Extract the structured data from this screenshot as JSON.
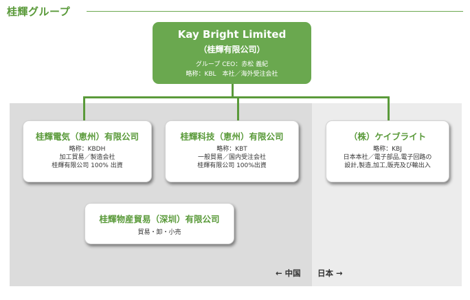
{
  "section": {
    "title": "桂輝グループ"
  },
  "headquarters": {
    "name": "Kay Bright Limited",
    "name_jp": "（桂輝有限公司）",
    "ceo": "グループ CEO：赤松 義紀",
    "abbr": "略称：KBL　本社／海外受注会社"
  },
  "companies": [
    {
      "name": "桂輝電気（恵州）有限公司",
      "lines": [
        "略称：KBDH",
        "加工貿易／製造会社",
        "桂輝有限公司 100% 出資"
      ]
    },
    {
      "name": "桂輝科技（恵州）有限公司",
      "lines": [
        "略称：KBT",
        "一般貿易／国内受注会社",
        "桂輝有限公司 100%出資"
      ]
    },
    {
      "name": "（株）ケイブライト",
      "lines": [
        "略称：KBJ",
        "日本本社／電子部品,電子回路の",
        "設計,製造,加工,販売及び輸出入"
      ]
    },
    {
      "name": "桂輝物産貿易（深圳）有限公司",
      "lines": [
        "貿易・卸・小売"
      ]
    }
  ],
  "regions": {
    "china": "← 中国",
    "japan": "日本 →"
  },
  "colors": {
    "accent": "#6aa84f",
    "accent_dark": "#5a9a3a",
    "china_region": "#dcdcdc",
    "japan_region": "#ececec"
  }
}
